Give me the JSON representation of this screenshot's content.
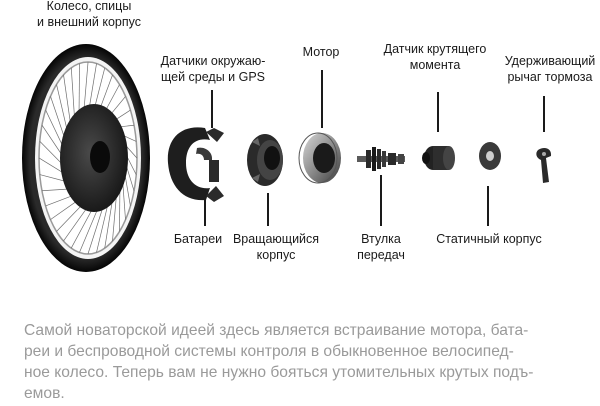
{
  "labels": {
    "wheel": [
      "Колесо, спицы",
      "и внешний корпус"
    ],
    "sensors": [
      "Датчики окружаю-",
      "щей среды и GPS"
    ],
    "motor": [
      "Мотор"
    ],
    "torque_sensor": [
      "Датчик крутящего",
      "момента"
    ],
    "brake_arm": [
      "Удерживающий",
      "рычаг тормоза"
    ],
    "batteries": [
      "Батареи"
    ],
    "rotating_housing": [
      "Вращающийся",
      "корпус"
    ],
    "hub": [
      "Втулка",
      "передач"
    ],
    "static_housing": [
      "Статичный корпус"
    ]
  },
  "caption": [
    "Самой новаторской идеей здесь является встраивание мотора, бата-",
    "реи и беспроводной системы контроля в обыкновенное велосипед-",
    "ное колесо. Теперь вам не нужно бояться утомительных крутых подъ-",
    "емов."
  ]
}
